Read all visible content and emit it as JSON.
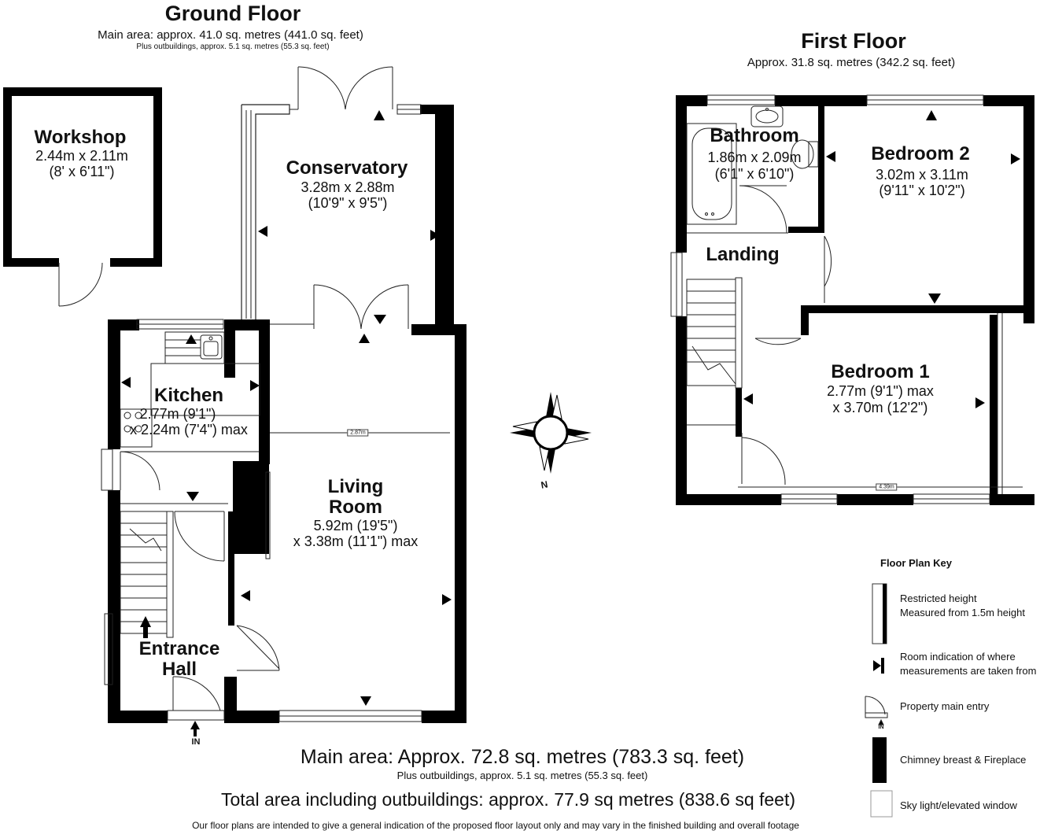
{
  "ground_floor": {
    "title": "Ground Floor",
    "main_area": "Main area: approx. 41.0 sq. metres (441.0 sq. feet)",
    "outbuildings": "Plus outbuildings, approx. 5.1 sq. metres (55.3 sq. feet)",
    "rooms": {
      "workshop": {
        "name": "Workshop",
        "dim1": "2.44m x 2.11m",
        "dim2": "(8' x 6'11\")"
      },
      "conservatory": {
        "name": "Conservatory",
        "dim1": "3.28m x 2.88m",
        "dim2": "(10'9\" x 9'5\")"
      },
      "kitchen": {
        "name": "Kitchen",
        "dim1": "2.77m (9'1\")",
        "dim2": "x 2.24m (7'4\") max"
      },
      "living_room": {
        "name1": "Living",
        "name2": "Room",
        "dim1": "5.92m (19'5\")",
        "dim2": "x 3.38m (11'1\") max"
      },
      "entrance_hall": {
        "name1": "Entrance",
        "name2": "Hall"
      }
    },
    "living_measure": "2.87m",
    "entry_label": "IN"
  },
  "first_floor": {
    "title": "First Floor",
    "area": "Approx. 31.8 sq. metres (342.2 sq. feet)",
    "rooms": {
      "bathroom": {
        "name": "Bathroom",
        "dim1": "1.86m x 2.09m",
        "dim2": "(6'1\" x 6'10\")"
      },
      "bedroom2": {
        "name": "Bedroom 2",
        "dim1": "3.02m x 3.11m",
        "dim2": "(9'11\" x 10'2\")"
      },
      "landing": {
        "name": "Landing"
      },
      "bedroom1": {
        "name": "Bedroom 1",
        "dim1": "2.77m (9'1\") max",
        "dim2": "x 3.70m (12'2\")"
      }
    },
    "bedroom1_measure": "4.39m"
  },
  "compass": {
    "label": "N"
  },
  "summary": {
    "main_area": "Main area: Approx. 72.8 sq. metres (783.3 sq. feet)",
    "outbuildings": "Plus outbuildings, approx. 5.1 sq. metres (55.3 sq. feet)",
    "total": "Total area including  outbuildings: approx. 77.9 sq metres (838.6 sq feet)",
    "disclaimer": "Our floor plans are intended to give a general indication of the proposed floor layout only and may vary in the finished building and overall footage"
  },
  "key": {
    "title": "Floor Plan Key",
    "items": [
      {
        "line1": "Restricted height",
        "line2": "Measured from 1.5m height",
        "icon": "restricted-height-icon"
      },
      {
        "line1": "Room indication of where",
        "line2": "measurements are taken from",
        "icon": "room-indication-icon"
      },
      {
        "line1": "Property main entry",
        "line2": "",
        "icon": "main-entry-icon"
      },
      {
        "line1": "Chimney breast & Fireplace",
        "line2": "",
        "icon": "chimney-icon"
      },
      {
        "line1": "Sky light/elevated window",
        "line2": "",
        "icon": "skylight-icon"
      }
    ],
    "in_label": "IN"
  },
  "colors": {
    "wall": "#000000",
    "line": "#222222",
    "background": "#ffffff"
  }
}
